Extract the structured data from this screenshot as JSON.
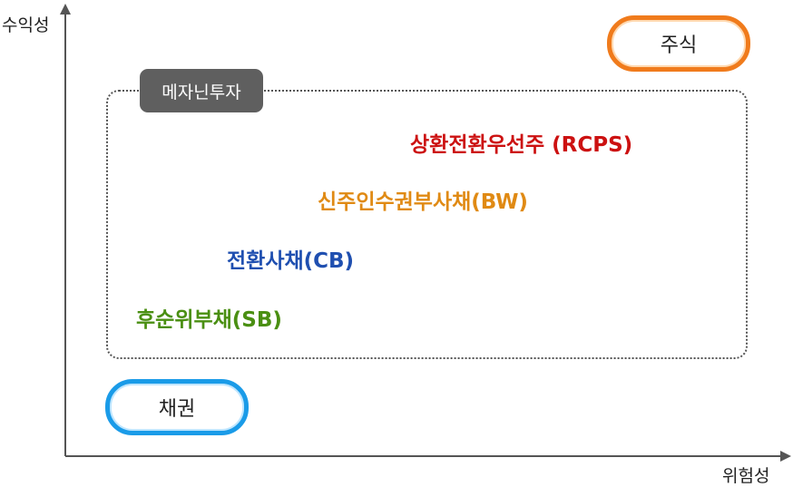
{
  "axes": {
    "y_label": "수익성",
    "x_label": "위험성"
  },
  "groups": {
    "mezzanine_label": "메자닌투자"
  },
  "pills": {
    "stock": "주식",
    "bond": "채권"
  },
  "items": {
    "rcps": "상환전환우선주 (RCPS)",
    "bw": "신주인수권부사채(BW)",
    "cb": "전환사채(CB)",
    "sb": "후순위부채(SB)"
  },
  "colors": {
    "rcps": "#cc1111",
    "bw": "#e08a14",
    "cb": "#1f4fb0",
    "sb": "#4a8f12",
    "stock_border": "#f07b1c",
    "bond_border": "#1a9be8",
    "tag_bg": "#5f5f5f"
  }
}
